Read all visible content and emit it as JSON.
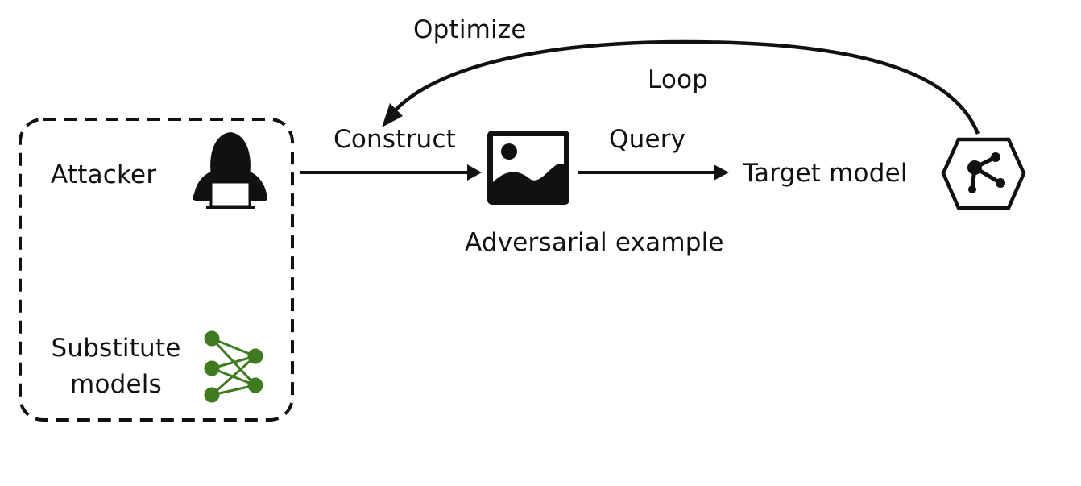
{
  "labels": {
    "optimize": "Optimize",
    "loop": "Loop",
    "construct": "Construct",
    "query": "Query",
    "attacker": "Attacker",
    "target_model": "Target model",
    "adversarial_example": "Adversarial example",
    "substitute_models_line1": "Substitute",
    "substitute_models_line2": "models"
  },
  "icons": {
    "attacker": "hooded-hacker-laptop-icon",
    "image": "image-photo-icon",
    "target": "hexagon-share-node-icon",
    "substitute": "neural-network-icon"
  },
  "colors": {
    "ink": "#111111",
    "network_green": "#3f7a1f",
    "background": "#ffffff"
  }
}
